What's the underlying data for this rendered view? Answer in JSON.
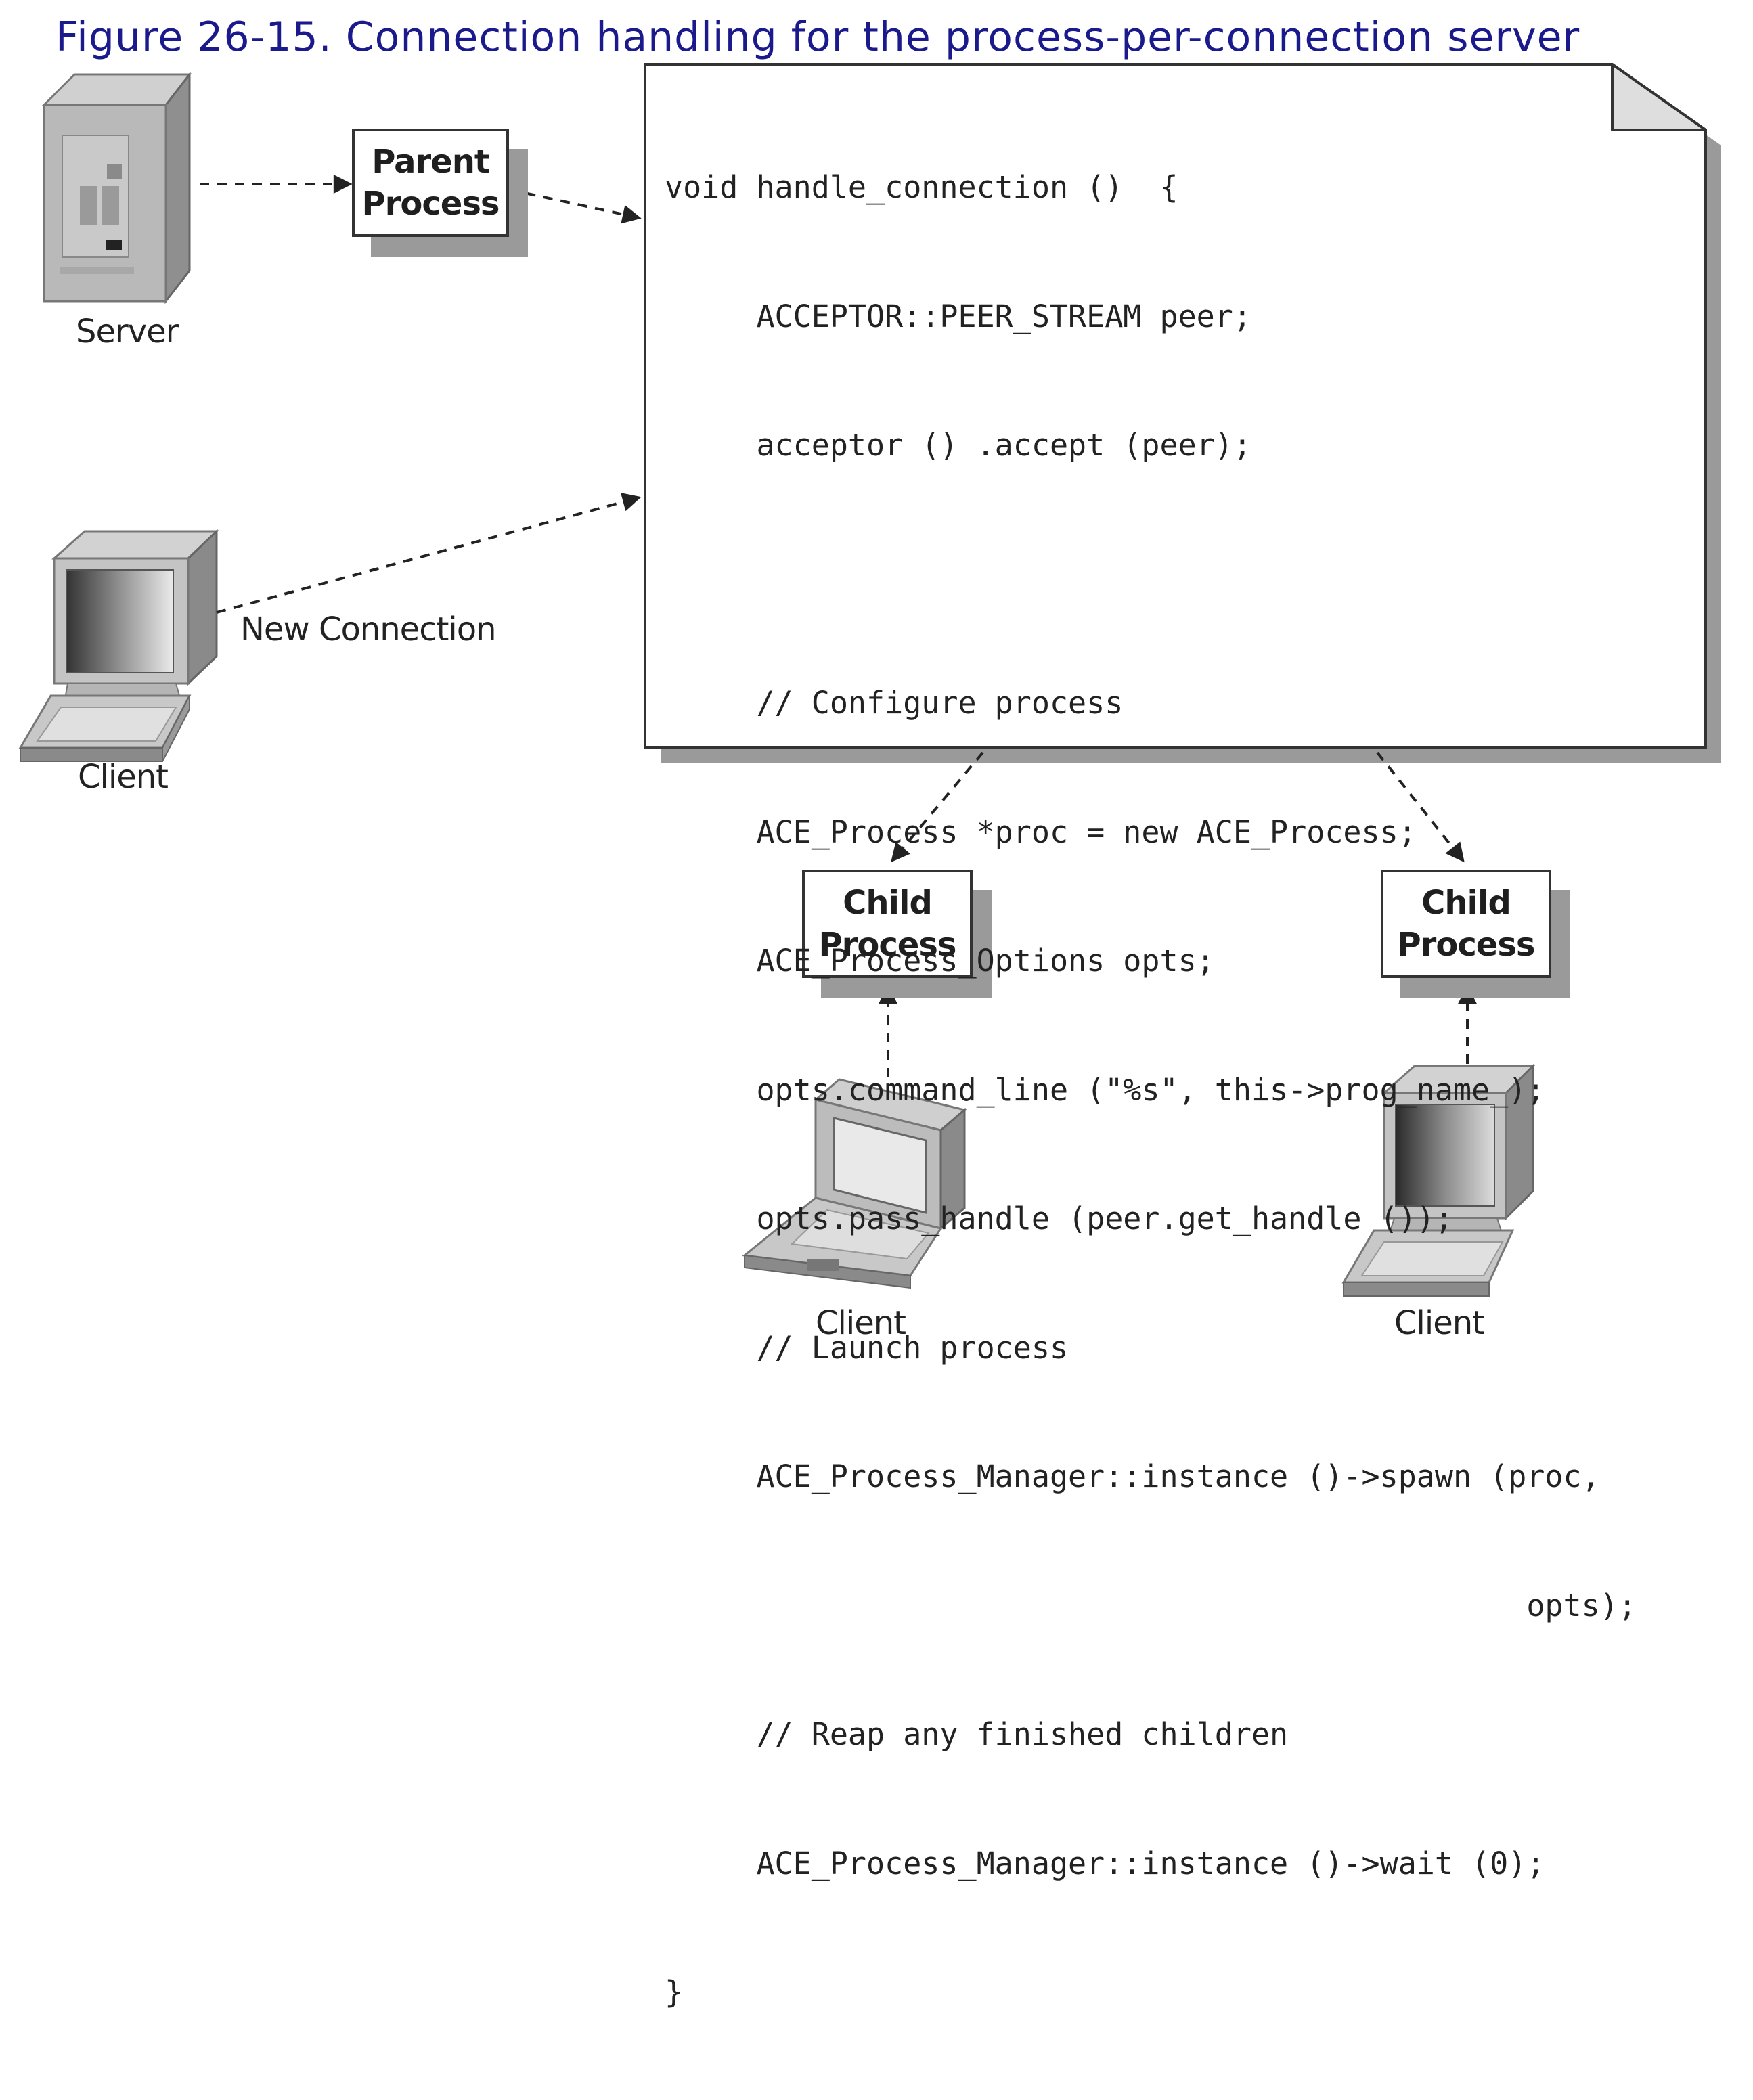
{
  "figure": {
    "title": "Figure 26-15. Connection handling for the process-per-connection server"
  },
  "nodes": {
    "server_label": "Server",
    "parent_process": [
      "Parent",
      "Process"
    ],
    "client_label_left": "Client",
    "new_connection": "New Connection",
    "child_process_left": [
      "Child",
      "Process"
    ],
    "child_process_right": [
      "Child",
      "Process"
    ],
    "client_label_laptop": "Client",
    "client_label_bottom_right": "Client"
  },
  "code": {
    "lines": [
      "void handle_connection ()  {",
      "     ACCEPTOR::PEER_STREAM peer;",
      "     acceptor () .accept (peer);",
      "",
      "     // Configure process",
      "     ACE_Process *proc = new ACE_Process;",
      "     ACE_Process_Options opts;",
      "     opts.command_line (\"%s\", this->prog_name_);",
      "     opts.pass_handle (peer.get_handle ());",
      "     // Launch process",
      "     ACE_Process_Manager::instance ()->spawn (proc,",
      "                                               opts);",
      "     // Reap any finished children",
      "     ACE_Process_Manager::instance ()->wait (0);",
      "}"
    ]
  },
  "colors": {
    "title": "#1a1a8c",
    "shadow": "#9a9a9a",
    "stroke": "#333333"
  },
  "icons": {
    "server": "server-tower-icon",
    "desktop": "desktop-computer-icon",
    "laptop": "laptop-computer-icon"
  }
}
